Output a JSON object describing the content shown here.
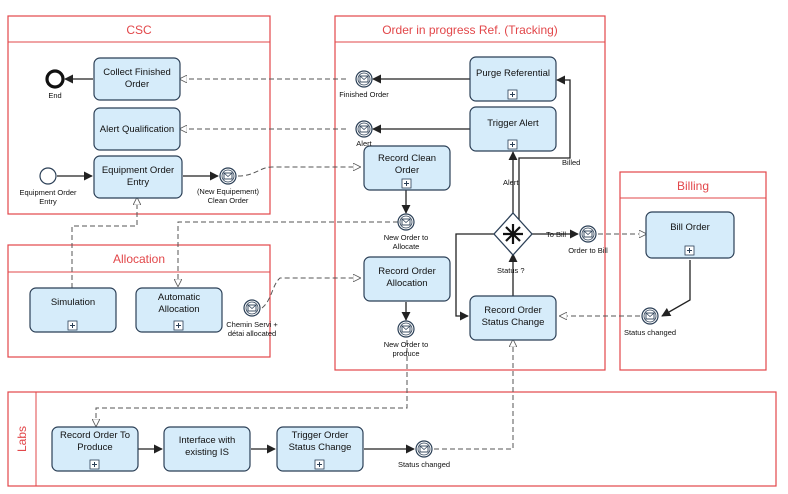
{
  "pools": {
    "csc": "CSC",
    "order": "Order in progress Ref. (Tracking)",
    "billing": "Billing",
    "allocation": "Allocation",
    "labs": "Labs"
  },
  "tasks": {
    "collect_finished_1": "Collect Finished",
    "collect_finished_2": "Order",
    "alert_qualification": "Alert Qualification",
    "equipment_order_entry_1": "Equipment Order",
    "equipment_order_entry_2": "Entry",
    "purge_referential": "Purge Referential",
    "trigger_alert": "Trigger Alert",
    "record_clean_order_1": "Record Clean",
    "record_clean_order_2": "Order",
    "record_order_allocation_1": "Record Order",
    "record_order_allocation_2": "Allocation",
    "record_status_change_1": "Record Order",
    "record_status_change_2": "Status Change",
    "bill_order": "Bill Order",
    "simulation": "Simulation",
    "automatic_allocation_1": "Automatic",
    "automatic_allocation_2": "Allocation",
    "record_order_to_produce_1": "Record Order To",
    "record_order_to_produce_2": "Produce",
    "interface_existing_is_1": "Interface with",
    "interface_existing_is_2": "existing IS",
    "trigger_status_change_1": "Trigger Order",
    "trigger_status_change_2": "Status Change"
  },
  "events": {
    "end": "End",
    "equipment_order_entry_1": "Equipment Order",
    "equipment_order_entry_2": "Entry",
    "new_equipment_1": "(New Equipement)",
    "new_equipment_2": "Clean Order",
    "finished_order": "Finished Order",
    "alert": "Alert",
    "new_order_allocate_1": "New Order to",
    "new_order_allocate_2": "Allocate",
    "new_order_produce_1": "New Order to",
    "new_order_produce_2": "produce",
    "order_to_bill": "Order to Bill",
    "status_changed_billing": "Status changed",
    "chemin_servi_1": "Chemin Servi +",
    "chemin_servi_2": "détai allocated",
    "status_changed_labs": "Status changed"
  },
  "flow_labels": {
    "billed": "Billed",
    "alert": "Alert",
    "to_bill": "To Bill",
    "status": "Status ?"
  }
}
